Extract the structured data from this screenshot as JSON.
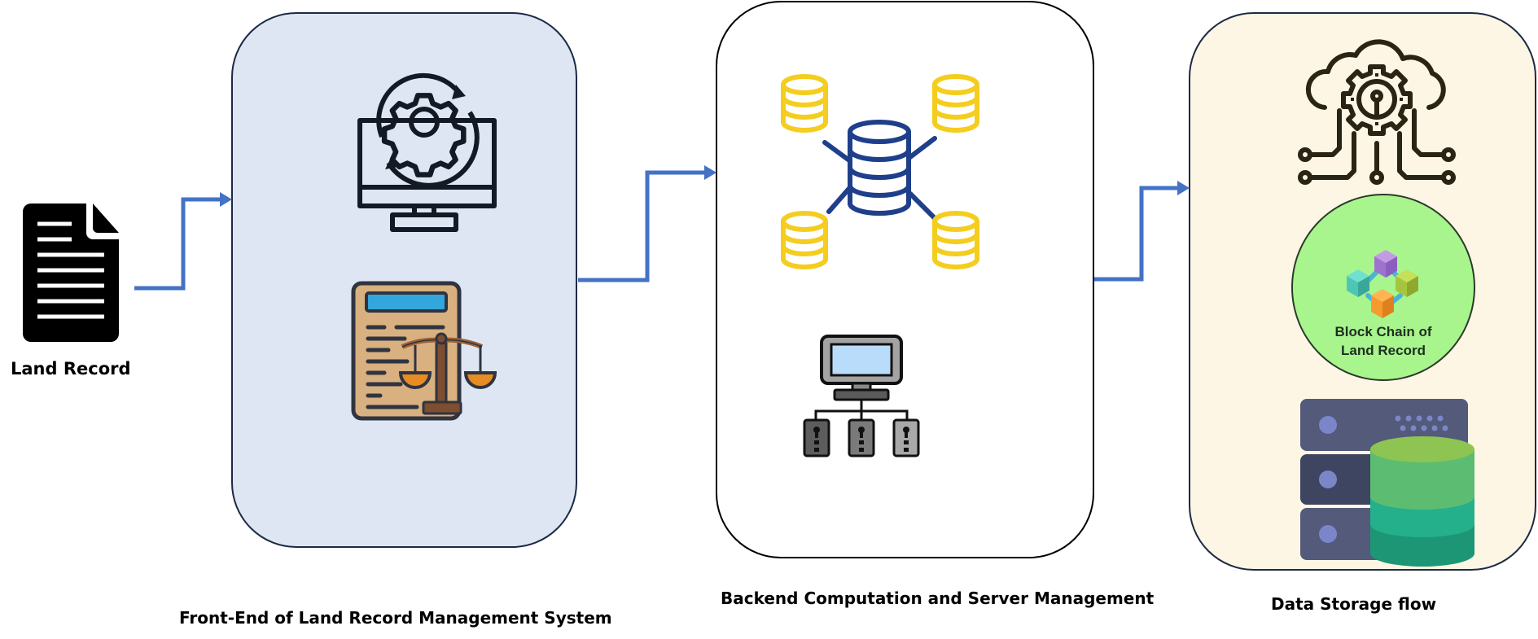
{
  "diagram": {
    "input": {
      "label": "Land Record",
      "icon": "document-icon"
    },
    "stages": [
      {
        "id": "frontend",
        "caption": "Front-End of Land Record Management System",
        "fill": "#dee6f3",
        "icons": [
          "monitor-gear-icon",
          "legal-document-scales-icon"
        ]
      },
      {
        "id": "backend",
        "caption": "Backend Computation and Server Management",
        "fill": "#ffffff",
        "icons": [
          "distributed-database-icon",
          "computer-network-servers-icon"
        ]
      },
      {
        "id": "storage",
        "caption": "Data Storage flow",
        "fill": "#fdf6e4",
        "icons": [
          "cloud-gear-circuit-icon",
          "blockchain-icon",
          "server-database-icon"
        ],
        "blockchain_label_line1": "Block Chain of",
        "blockchain_label_line2": "Land Record"
      }
    ],
    "connectors": [
      {
        "from": "input",
        "to": "frontend"
      },
      {
        "from": "frontend",
        "to": "backend"
      },
      {
        "from": "backend",
        "to": "storage"
      }
    ],
    "colors": {
      "arrow": "#4472c4",
      "db_yellow": "#f4cd1e",
      "db_navy": "#1f3f8a",
      "blockchain_circle": "#a8f58e"
    }
  }
}
